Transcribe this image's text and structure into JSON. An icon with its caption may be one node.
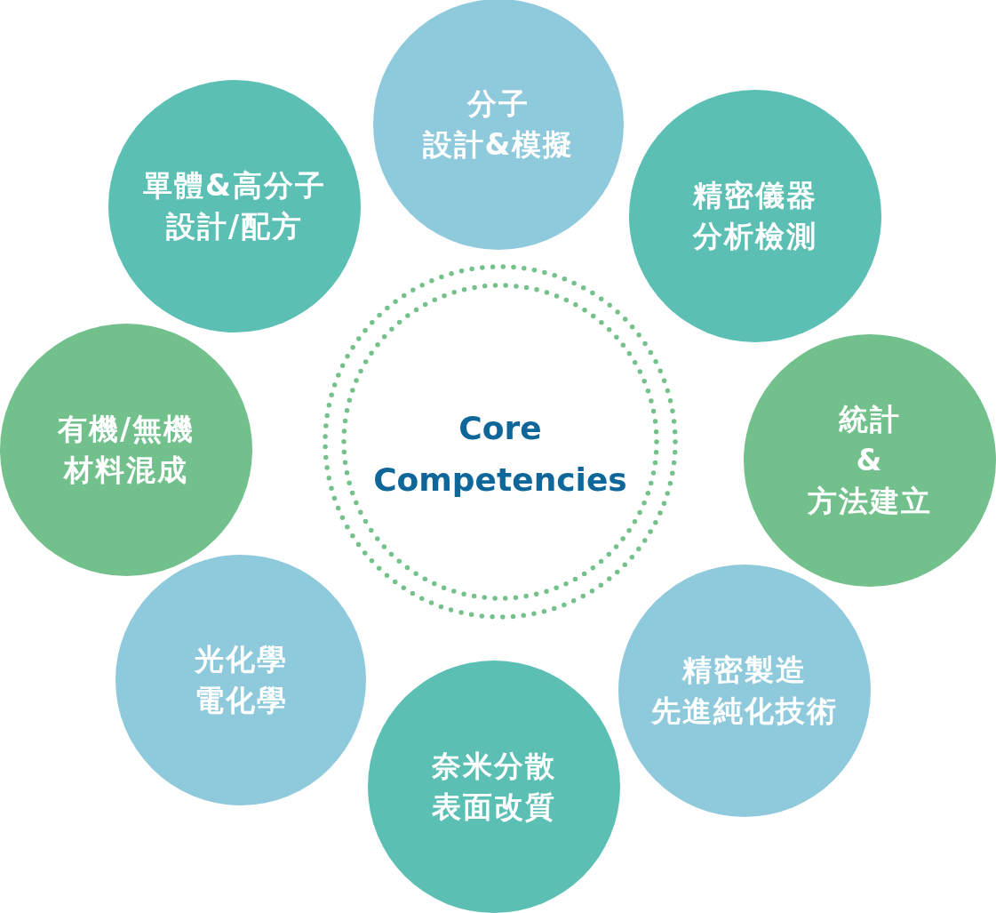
{
  "diagram": {
    "nodes": [
      {
        "text": [
          "Core Competencies"
        ]
      },
      {
        "text": [
          "分子設計&模擬"
        ]
      },
      {
        "text": [
          "精密儀器分析檢測"
        ]
      },
      {
        "text": [
          "統計&方法建立"
        ]
      },
      {
        "text": [
          "精密製造先進純化技術"
        ]
      },
      {
        "text": [
          "奈米分散表面改質"
        ]
      },
      {
        "text": [
          "光化學電化學"
        ]
      },
      {
        "text": [
          "有機/無機材料混成"
        ]
      },
      {
        "text": [
          "單體&高分子設計/配方"
        ]
      }
    ]
  }
}
